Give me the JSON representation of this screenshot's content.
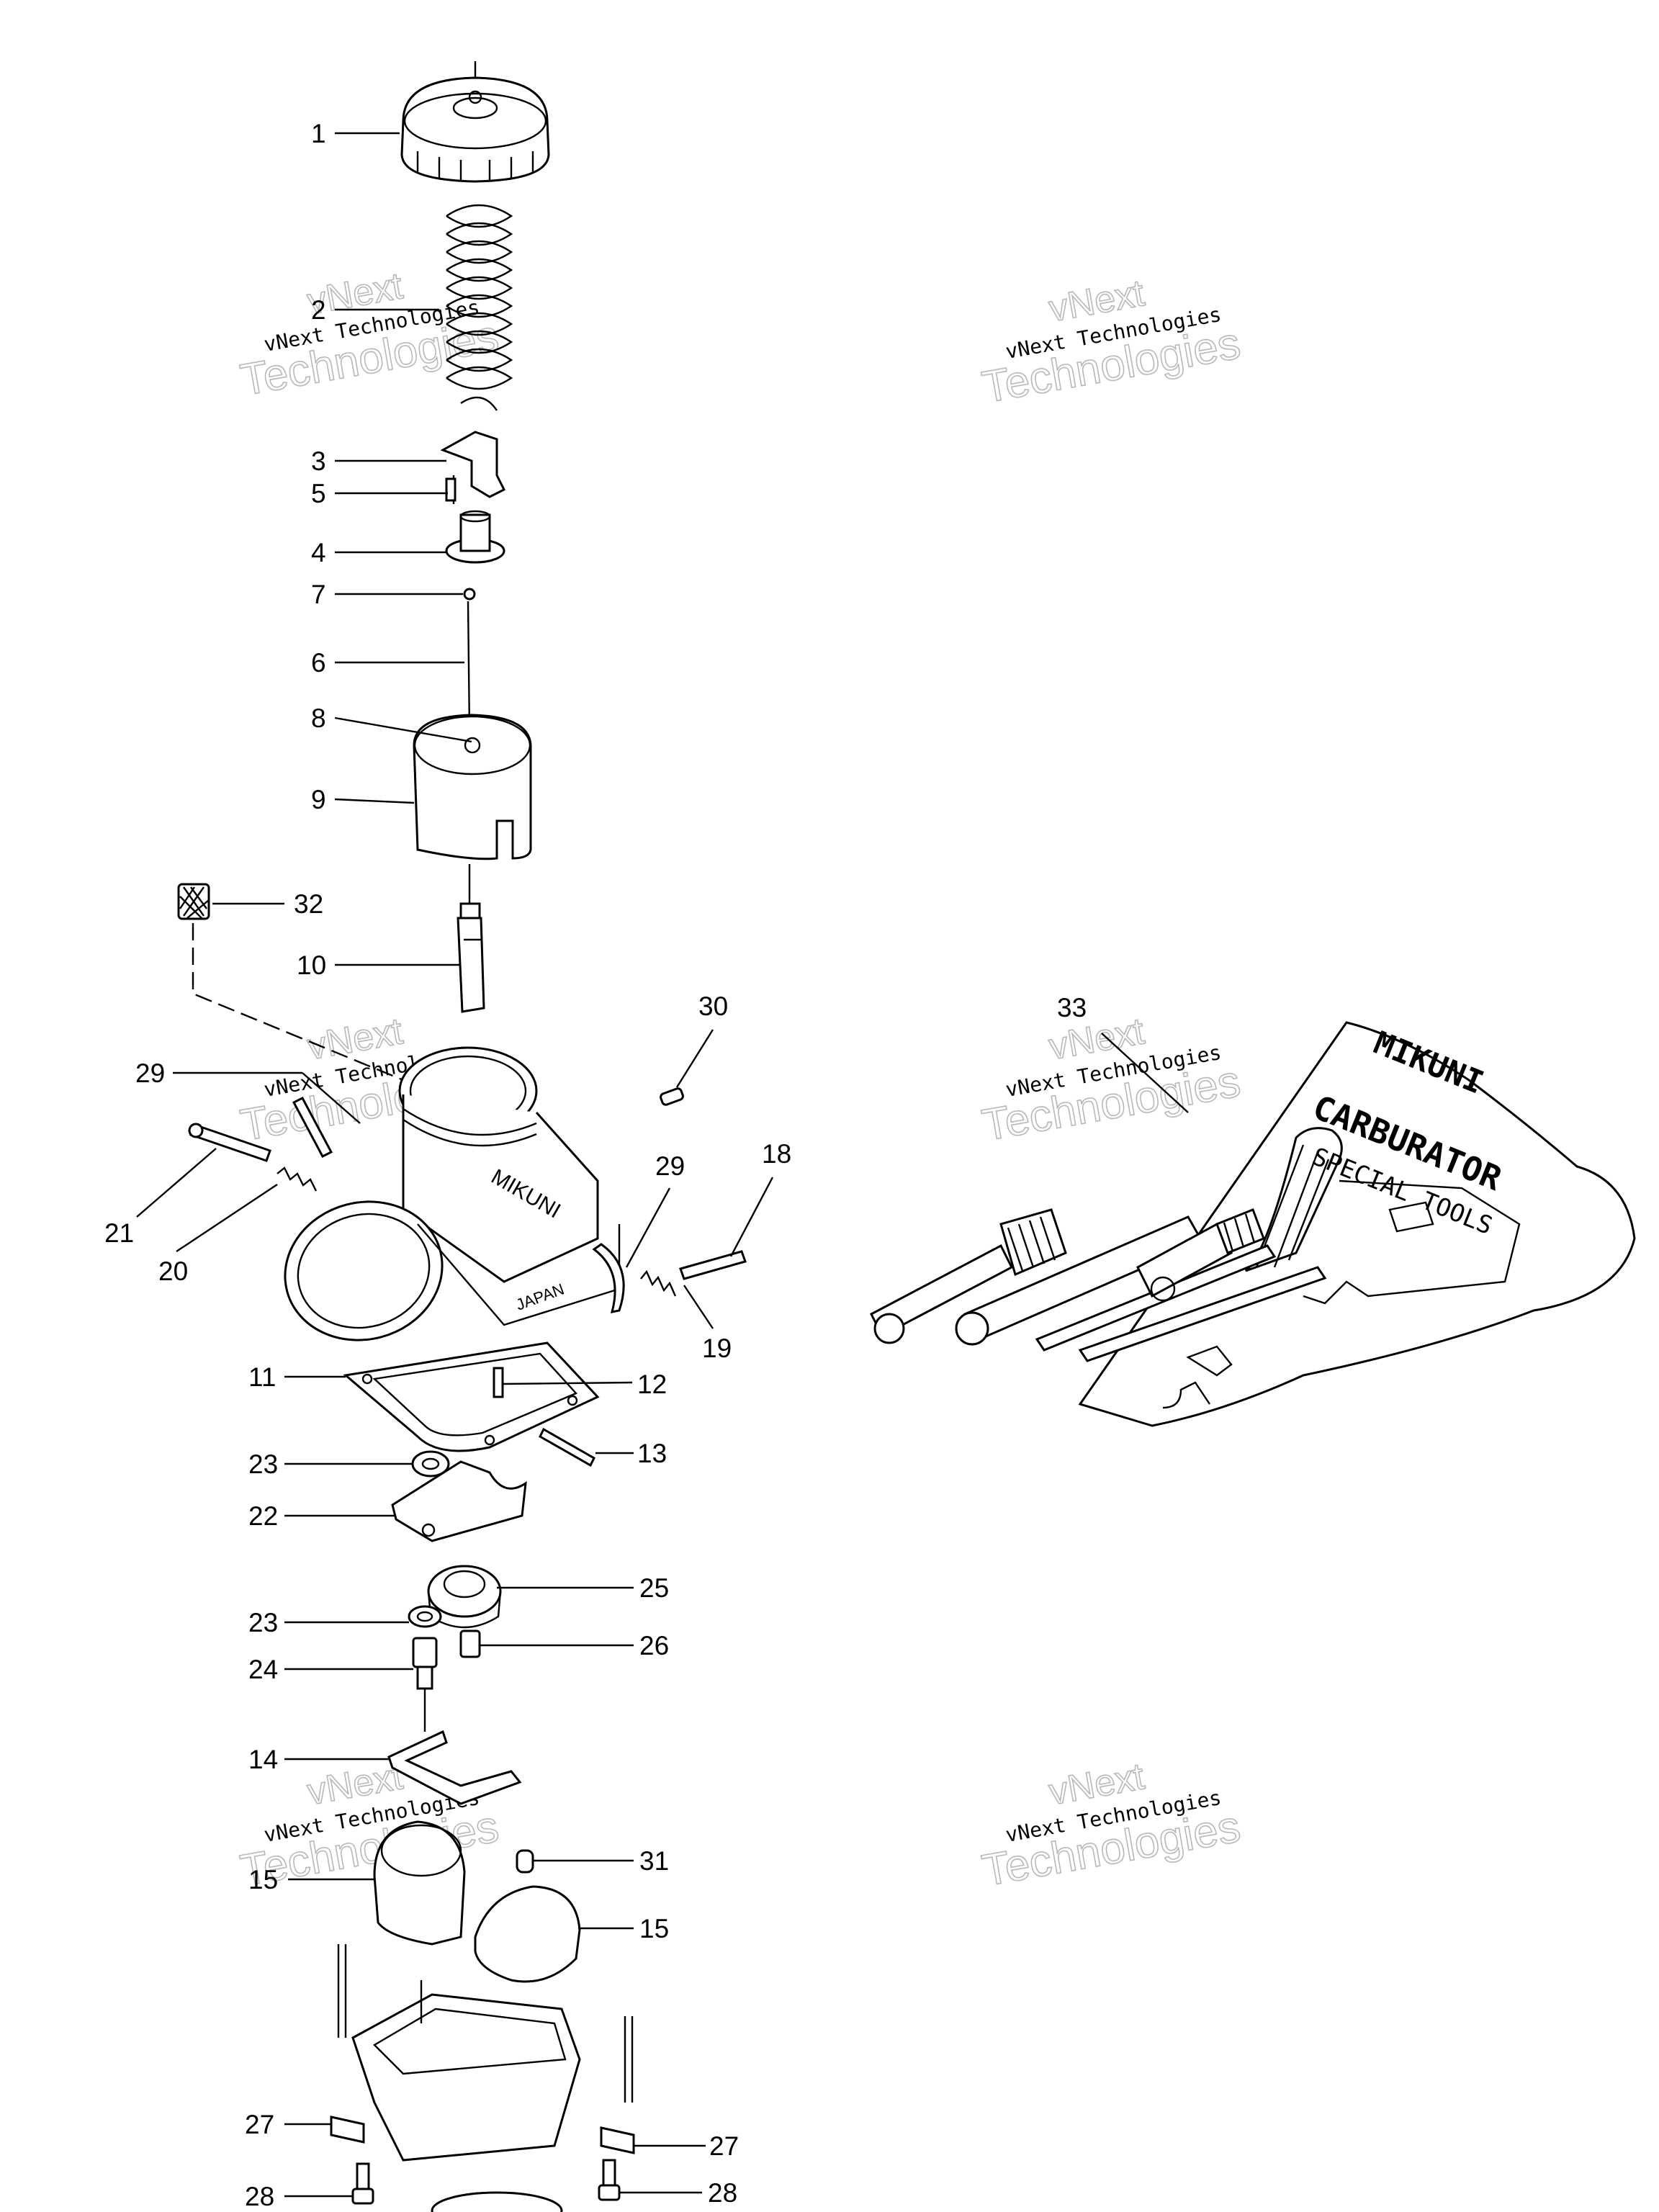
{
  "callouts": [
    {
      "label": "1"
    },
    {
      "label": "2"
    },
    {
      "label": "3"
    },
    {
      "label": "5"
    },
    {
      "label": "4"
    },
    {
      "label": "7"
    },
    {
      "label": "6"
    },
    {
      "label": "8"
    },
    {
      "label": "9"
    },
    {
      "label": "32"
    },
    {
      "label": "10"
    },
    {
      "label": "29"
    },
    {
      "label": "30"
    },
    {
      "label": "21"
    },
    {
      "label": "20"
    },
    {
      "label": "29"
    },
    {
      "label": "18"
    },
    {
      "label": "19"
    },
    {
      "label": "11"
    },
    {
      "label": "12"
    },
    {
      "label": "13"
    },
    {
      "label": "23"
    },
    {
      "label": "22"
    },
    {
      "label": "25"
    },
    {
      "label": "23"
    },
    {
      "label": "26"
    },
    {
      "label": "24"
    },
    {
      "label": "14"
    },
    {
      "label": "31"
    },
    {
      "label": "15"
    },
    {
      "label": "15"
    },
    {
      "label": "27"
    },
    {
      "label": "27"
    },
    {
      "label": "28"
    },
    {
      "label": "28"
    },
    {
      "label": "33"
    }
  ],
  "watermarks": [
    {
      "big": "vNext",
      "small": "vNext Technologies",
      "tech": "Technologies"
    },
    {
      "big": "vNext",
      "small": "vNext Technologies",
      "tech": "Technologies"
    },
    {
      "big": "vNext",
      "small": "vNext Technologies",
      "tech": "Technologies"
    },
    {
      "big": "vNext",
      "small": "vNext Technologies",
      "tech": "Technologies"
    },
    {
      "big": "vNext",
      "small": "vNext Technologies",
      "tech": "Technologies"
    },
    {
      "big": "vNext",
      "small": "vNext Technologies",
      "tech": "Technologies"
    }
  ],
  "tool_kit": {
    "brand": "MIKUNI",
    "line2": "CARBURATOR",
    "line3": "SPECIAL TOOLS"
  },
  "body_marking": {
    "brand": "MIKUNI",
    "country": "JAPAN"
  }
}
